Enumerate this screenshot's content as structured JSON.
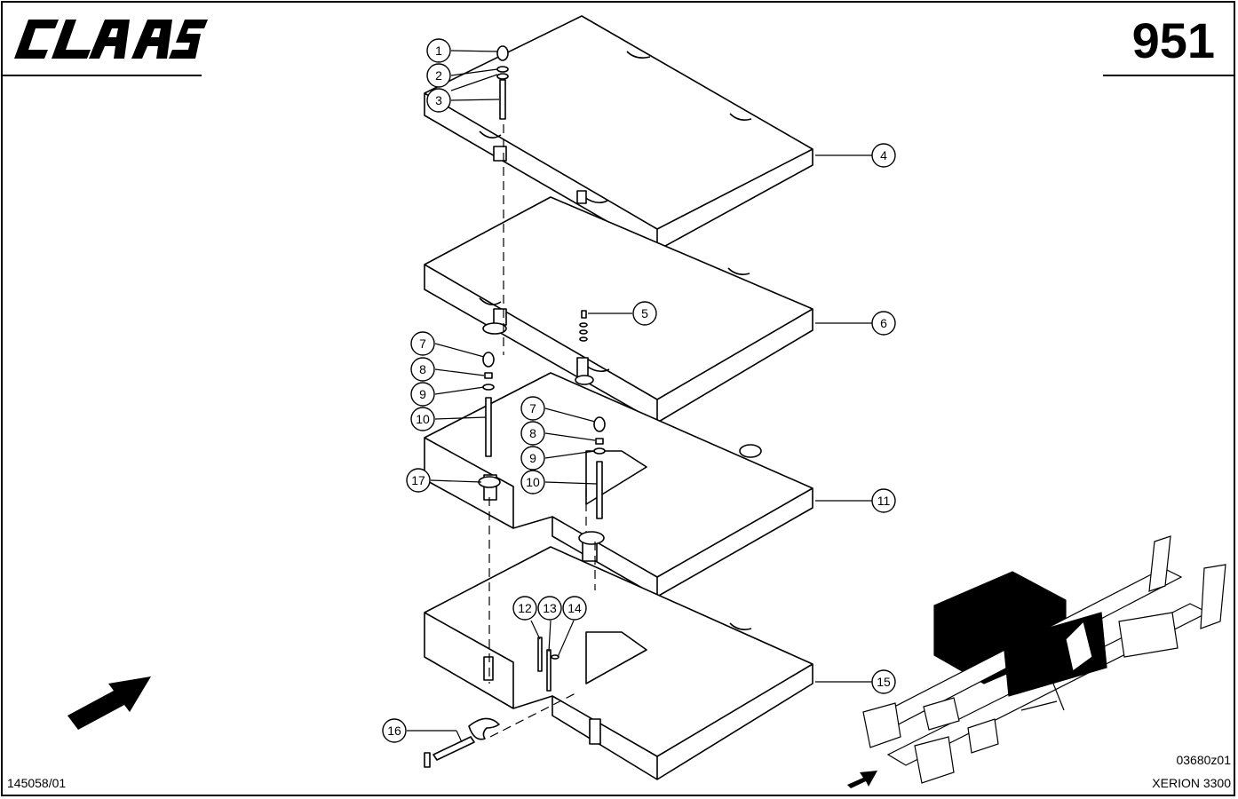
{
  "header": {
    "brand": "CLAAS",
    "sheet_number": "951"
  },
  "footer": {
    "doc_number": "145058/01",
    "drawing_code": "03680z01",
    "model": "XERION 3300"
  },
  "callouts": [
    "1",
    "2",
    "3",
    "4",
    "5",
    "6",
    "7",
    "8",
    "9",
    "10",
    "7",
    "8",
    "9",
    "10",
    "11",
    "12",
    "13",
    "14",
    "15",
    "16",
    "17"
  ],
  "icons": {
    "direction_arrow": "direction-arrow-icon",
    "overview_arrow": "overview-arrow-icon"
  },
  "colors": {
    "ink": "#000000",
    "paper": "#ffffff"
  }
}
